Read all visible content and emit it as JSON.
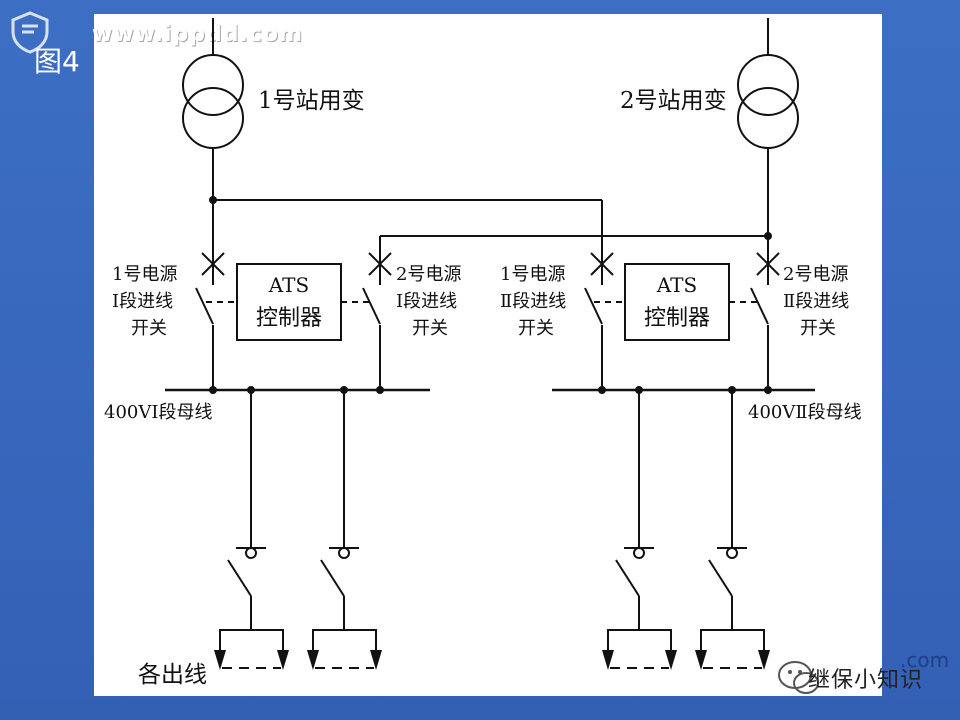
{
  "header": {
    "site_url": "www.ippdd.com",
    "figure_label": "图4"
  },
  "transformers": {
    "t1_label": "1号站用变",
    "t2_label": "2号站用变"
  },
  "controllers": {
    "ats1": {
      "line1": "ATS",
      "line2": "控制器"
    },
    "ats2": {
      "line1": "ATS",
      "line2": "控制器"
    }
  },
  "switches": {
    "s1": [
      "1号电源",
      "Ⅰ段进线",
      "开关"
    ],
    "s2": [
      "2号电源",
      "Ⅰ段进线",
      "开关"
    ],
    "s3": [
      "1号电源",
      "Ⅱ段进线",
      "开关"
    ],
    "s4": [
      "2号电源",
      "Ⅱ段进线",
      "开关"
    ]
  },
  "buses": {
    "bus1_label": "400VⅠ段母线",
    "bus2_label": "400VⅡ段母线"
  },
  "outgoing_label": "各出线",
  "watermark": {
    "text": "继保小知识",
    "suffix": ".com"
  }
}
